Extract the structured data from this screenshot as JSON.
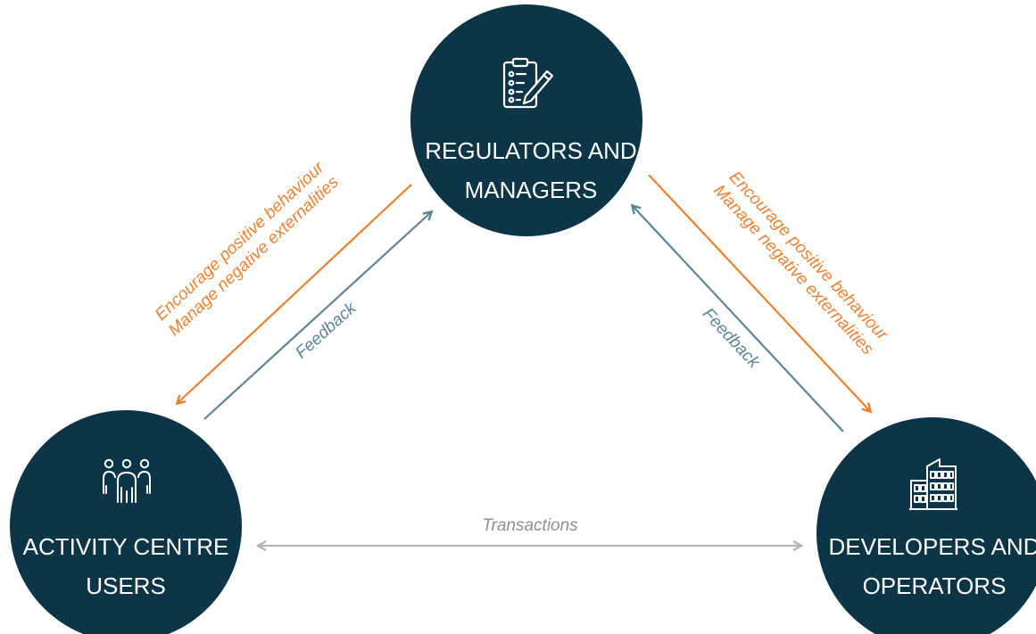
{
  "colors": {
    "node_fill": "#0d3548",
    "regulation_arrow": "#f07f2b",
    "feedback_arrow": "#5b8599",
    "transactions_arrow": "#b5b5b5",
    "icon_stroke": "#ffffff"
  },
  "nodes": {
    "regulators": {
      "icon": "clipboard-pen-icon",
      "line1": "REGULATORS AND",
      "line2": "MANAGERS"
    },
    "users": {
      "icon": "people-group-icon",
      "line1": "ACTIVITY CENTRE",
      "line2": "USERS"
    },
    "developers": {
      "icon": "buildings-icon",
      "line1": "DEVELOPERS AND",
      "line2": "OPERATORS"
    }
  },
  "edges": {
    "left_regulation": {
      "line1": "Encourage positive behaviour",
      "line2": "Manage negative externalities"
    },
    "left_feedback": "Feedback",
    "right_regulation": {
      "line1": "Encourage positive behaviour",
      "line2": "Manage negative externalities"
    },
    "right_feedback": "Feedback",
    "transactions": "Transactions"
  }
}
